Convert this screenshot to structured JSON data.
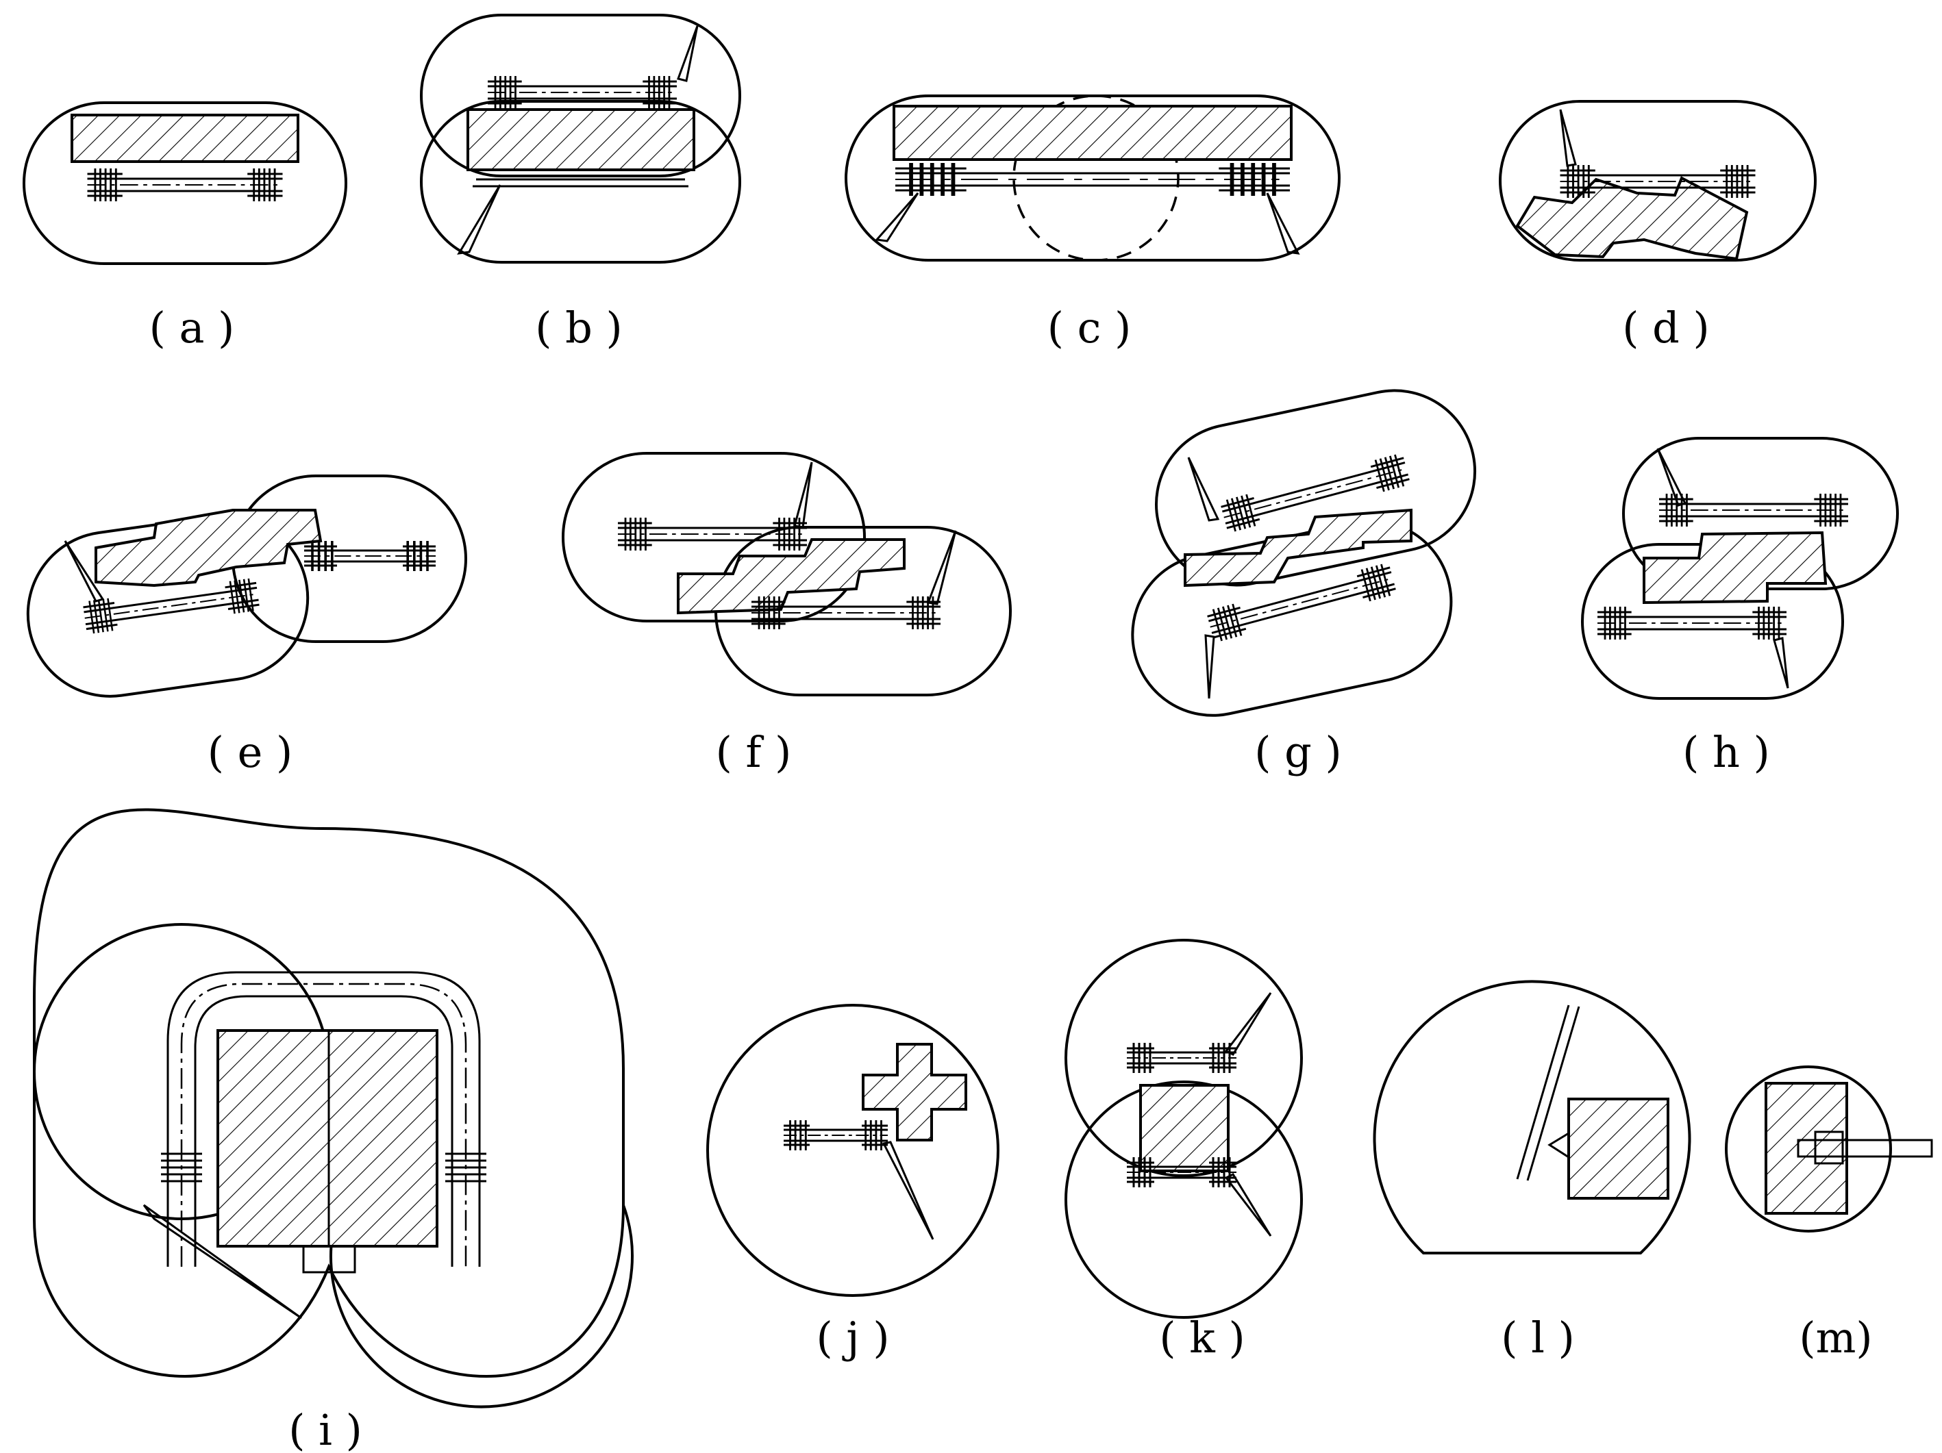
{
  "figure": {
    "panels": [
      {
        "id": "a",
        "label": "( a )"
      },
      {
        "id": "b",
        "label": "( b )"
      },
      {
        "id": "c",
        "label": "( c )"
      },
      {
        "id": "d",
        "label": "( d )"
      },
      {
        "id": "e",
        "label": "( e )"
      },
      {
        "id": "f",
        "label": "( f )"
      },
      {
        "id": "g",
        "label": "( g )"
      },
      {
        "id": "h",
        "label": "( h )"
      },
      {
        "id": "i",
        "label": "( i )"
      },
      {
        "id": "j",
        "label": "( j )"
      },
      {
        "id": "k",
        "label": "( k )"
      },
      {
        "id": "l",
        "label": "( l )"
      },
      {
        "id": "m",
        "label": "(m)"
      }
    ]
  }
}
